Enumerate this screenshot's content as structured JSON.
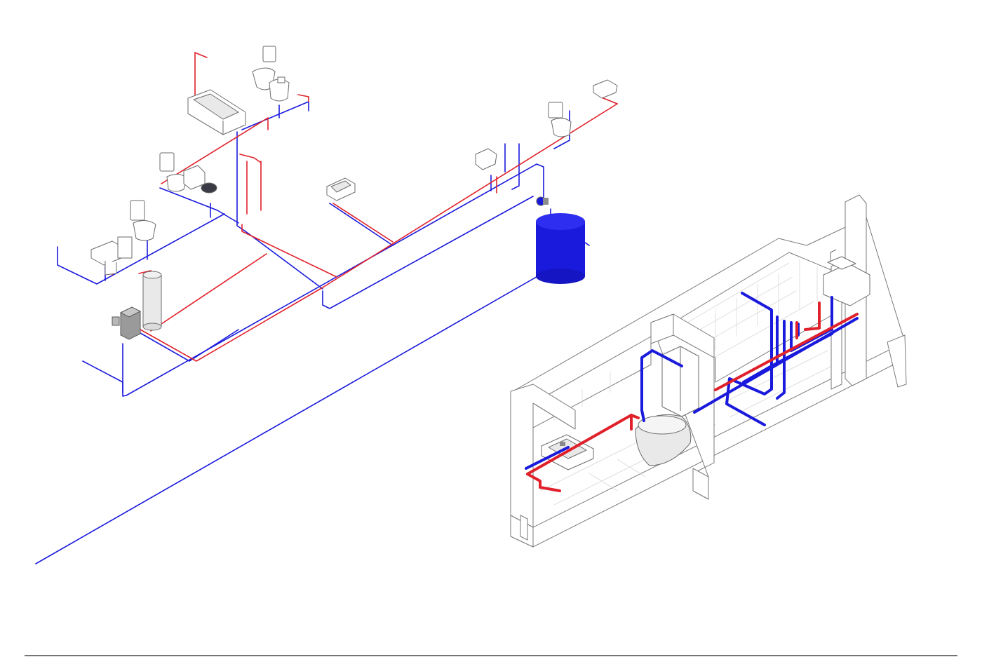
{
  "colors": {
    "hot_water_pipe": "#e0202a",
    "cold_water_pipe": "#1a1adc",
    "storage_tank": "#1a1adc",
    "fixture_outline": "#6b6b6b",
    "background": "#ffffff"
  },
  "views": [
    {
      "id": "whole-house-isometric",
      "kind": "isometric piping schematic"
    },
    {
      "id": "bathroom-cutaway",
      "kind": "isometric cutaway of a bathroom"
    }
  ],
  "fixtures": {
    "whole_house": [
      "bathtub",
      "toilet",
      "bidet",
      "toilet",
      "washbasin",
      "toilet",
      "washbasin",
      "washbasin",
      "washbasin",
      "washbasin",
      "toilet",
      "washbasin",
      "electric-water-heater",
      "gas-boiler",
      "storage-tank",
      "pump"
    ],
    "bathroom": [
      "washbasin",
      "wall-hung-toilet",
      "cistern",
      "washbasin"
    ]
  }
}
